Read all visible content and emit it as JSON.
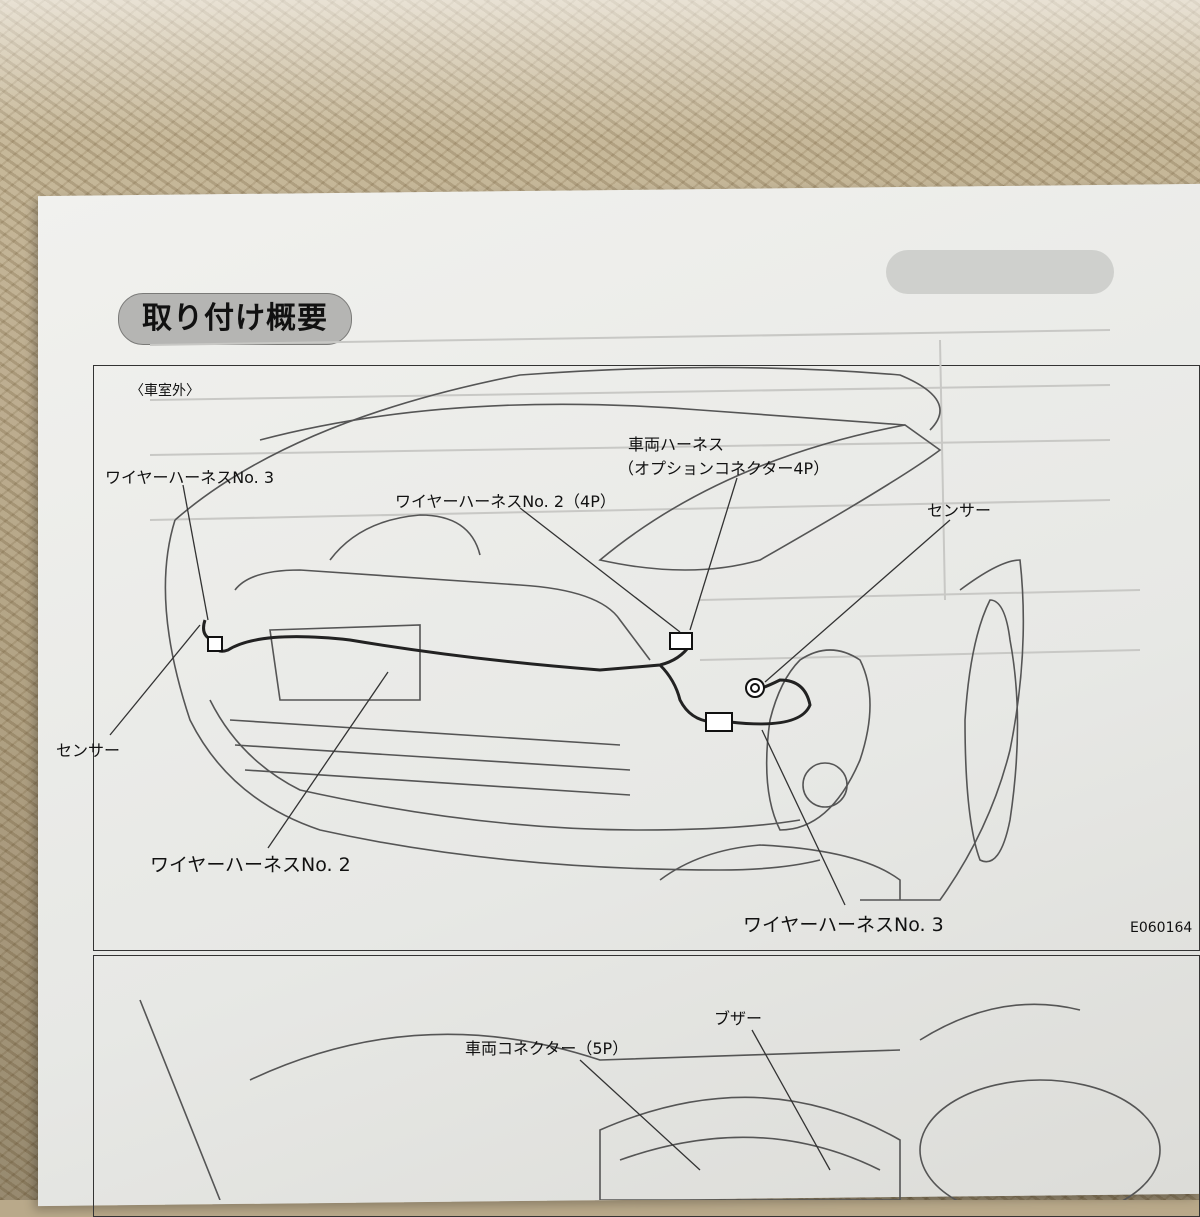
{
  "section": {
    "title": "取り付け概要"
  },
  "diagram": {
    "context_label": "〈車室外〉",
    "labels": {
      "wire_harness_no3_left": "ワイヤーハーネスNo. 3",
      "vehicle_harness_line1": "車両ハーネス",
      "vehicle_harness_line2": "（オプションコネクター4P）",
      "wire_harness_no2_4p": "ワイヤーハーネスNo. 2（4P）",
      "sensor_right": "センサー",
      "sensor_left": "センサー",
      "wire_harness_no2_bottom": "ワイヤーハーネスNo. 2",
      "wire_harness_no3_bottom": "ワイヤーハーネスNo. 3"
    },
    "figure_code": "E060164"
  },
  "lower_diagram": {
    "labels": {
      "vehicle_connector": "車両コネクター（5P）",
      "buzzer": "ブザー"
    }
  }
}
